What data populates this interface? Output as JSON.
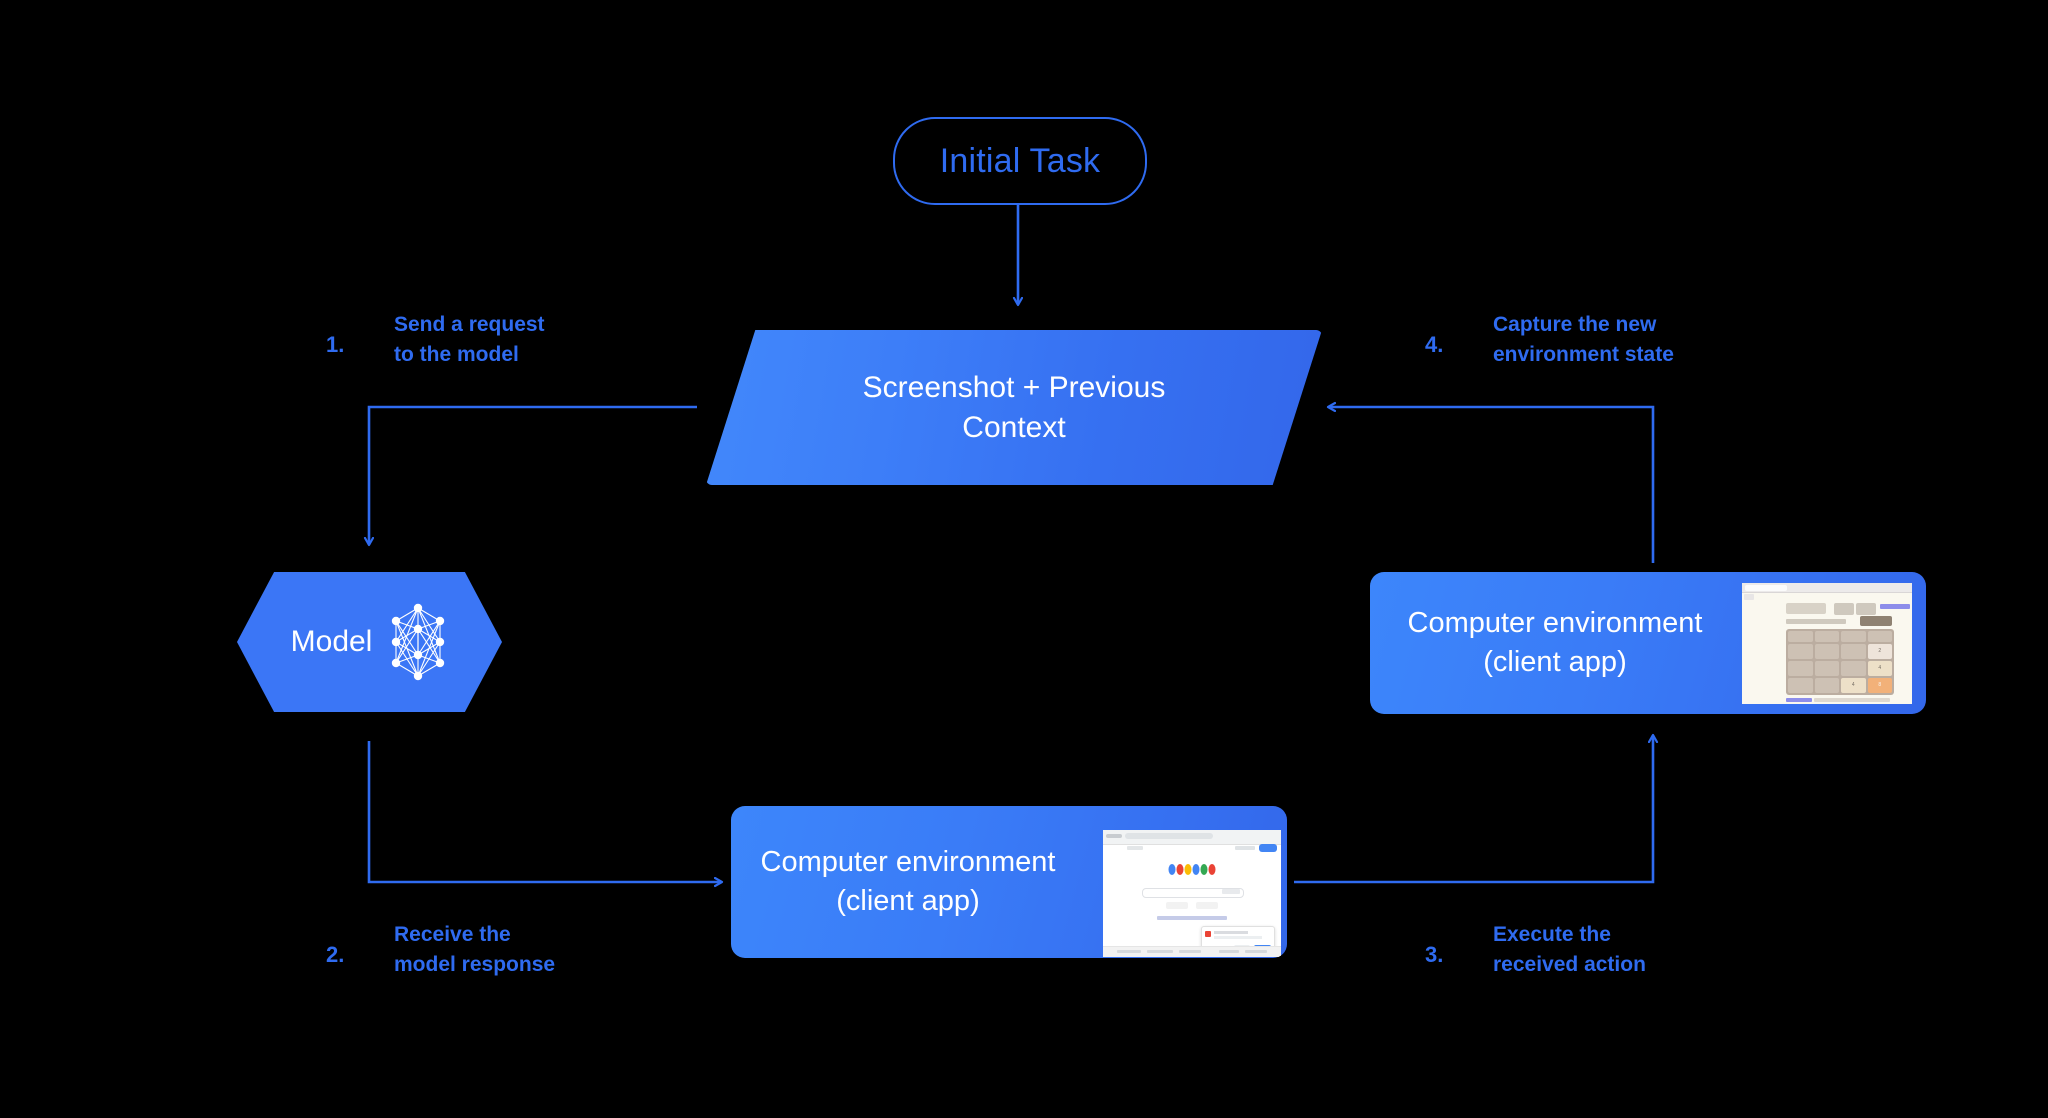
{
  "diagram": {
    "title_node": {
      "label": "Initial Task"
    },
    "context_node": {
      "line1": "Screenshot + Previous",
      "line2": "Context"
    },
    "model_node": {
      "label": "Model",
      "icon": "neural-network-icon"
    },
    "env_right": {
      "line1": "Computer environment",
      "line2": "(client app)",
      "thumbnail": "2048-game-screenshot"
    },
    "env_bottom": {
      "line1": "Computer environment",
      "line2": "(client app)",
      "thumbnail": "google-search-screenshot"
    },
    "steps": [
      {
        "num": "1.",
        "line1": "Send a request",
        "line2": "to the model"
      },
      {
        "num": "2.",
        "line1": "Receive the",
        "line2": "model response"
      },
      {
        "num": "3.",
        "line1": "Execute the",
        "line2": "received action"
      },
      {
        "num": "4.",
        "line1": "Capture the new",
        "line2": "environment state"
      }
    ],
    "colors": {
      "background": "#000000",
      "accent_blue": "#2f6bf0",
      "gradient_light": "#4288fb",
      "gradient_dark": "#3367ea",
      "node_fill": "#3b76f6",
      "text_on_node": "#ffffff"
    }
  },
  "thumb_2048": {
    "brand": "2048.org",
    "board": [
      [
        "",
        "",
        "",
        ""
      ],
      [
        "",
        "",
        "",
        "2"
      ],
      [
        "",
        "",
        "",
        "4"
      ],
      [
        "",
        "",
        "4",
        "8"
      ]
    ]
  },
  "thumb_google": {
    "logo_letters": [
      "G",
      "o",
      "o",
      "g",
      "l",
      "e"
    ],
    "logo_colors": [
      "#4285f4",
      "#ea4335",
      "#fbbc05",
      "#4285f4",
      "#34a853",
      "#ea4335"
    ]
  }
}
